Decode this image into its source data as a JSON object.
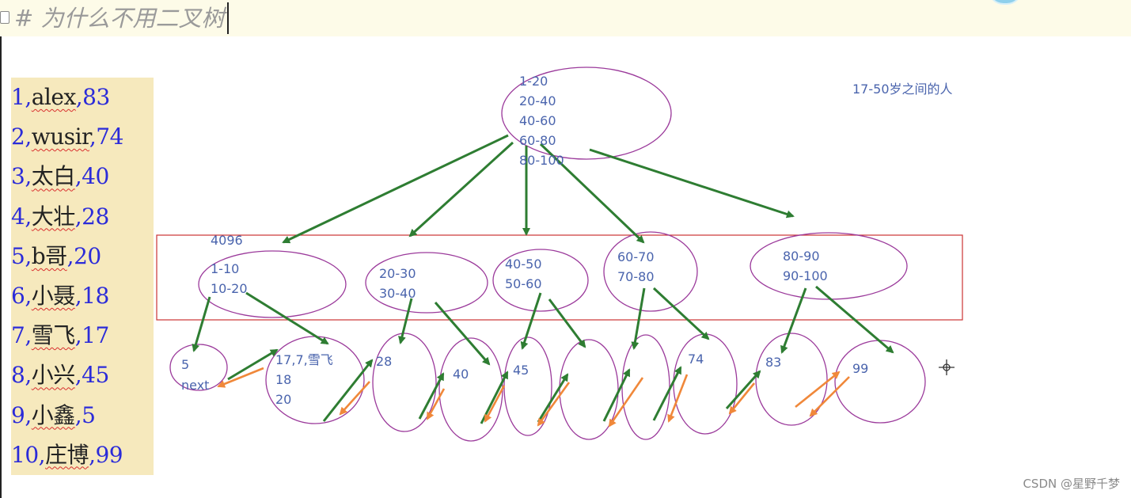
{
  "title": "# 为什么不用二叉树",
  "records": [
    {
      "num": "1",
      "name": "alex",
      "age": "83"
    },
    {
      "num": "2",
      "name": "wusir",
      "age": "74"
    },
    {
      "num": "3",
      "name": "太白",
      "age": "40"
    },
    {
      "num": "4",
      "name": "大壮",
      "age": "28"
    },
    {
      "num": "5",
      "name": "b哥",
      "age": "20"
    },
    {
      "num": "6",
      "name": "小聂",
      "age": "18"
    },
    {
      "num": "7",
      "name": "雪飞",
      "age": "17"
    },
    {
      "num": "8",
      "name": "小兴",
      "age": "45"
    },
    {
      "num": "9",
      "name": "小鑫",
      "age": "5"
    },
    {
      "num": "10",
      "name": "庄博",
      "age": "99"
    }
  ],
  "record_separator": ",",
  "diagram": {
    "note": "17-50岁之间的人",
    "block_size": "4096",
    "root": {
      "ranges": [
        "1-20",
        "20-40",
        "40-60",
        "60-80",
        "80-100"
      ]
    },
    "middle_nodes": [
      {
        "ranges": [
          "1-10",
          "10-20"
        ]
      },
      {
        "ranges": [
          "20-30",
          "30-40"
        ]
      },
      {
        "ranges": [
          "40-50",
          "50-60"
        ]
      },
      {
        "ranges": [
          "60-70",
          "70-80"
        ]
      },
      {
        "ranges": [
          "80-90",
          "90-100"
        ]
      }
    ],
    "leaves": [
      {
        "lines": [
          "5",
          "next"
        ]
      },
      {
        "lines": [
          "17,7,雪飞",
          "18",
          "20"
        ]
      },
      {
        "lines": [
          "28"
        ]
      },
      {
        "lines": [
          "40"
        ]
      },
      {
        "lines": [
          "45"
        ]
      },
      {
        "lines": [
          ""
        ]
      },
      {
        "lines": [
          ""
        ]
      },
      {
        "lines": [
          "74"
        ]
      },
      {
        "lines": [
          "83"
        ]
      },
      {
        "lines": [
          "99"
        ]
      }
    ]
  },
  "colors": {
    "ellipse_stroke": "#9b3a9b",
    "box_stroke": "#cc3333",
    "down_arrow": "#2e7d32",
    "next_arrow": "#f0883a",
    "text": "#4a64ad",
    "record_bg": "#f6e9bd",
    "record_number": "#2b2bd9"
  },
  "watermark": "CSDN @星野千梦"
}
